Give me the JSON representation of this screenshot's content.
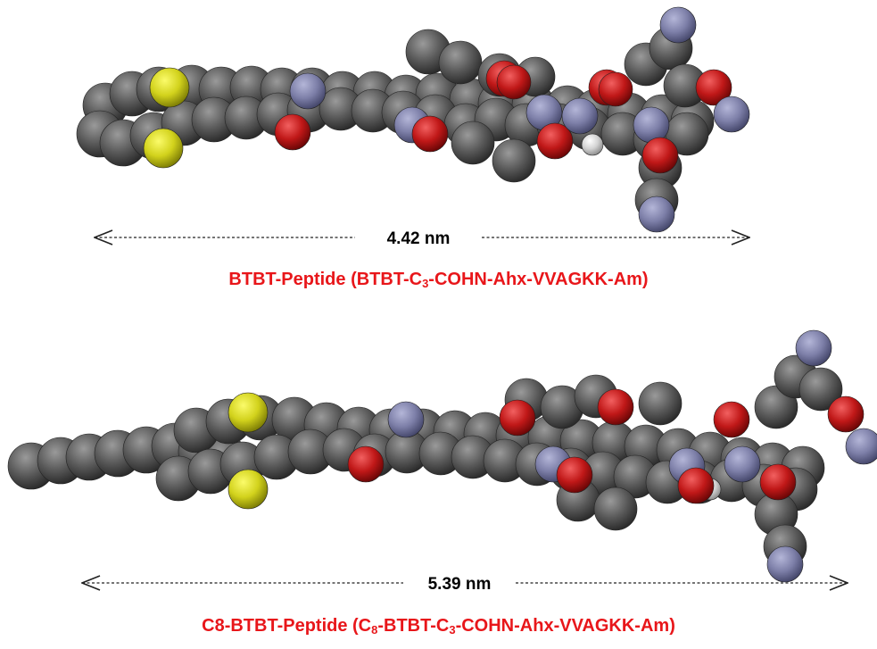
{
  "colors": {
    "carbon": "#555555",
    "sulfur": "#d4d420",
    "nitrogen": "#7d7fa8",
    "oxygen": "#c01818",
    "hydrogen": "#d8d8d8",
    "caption": "#e8161a",
    "arrow": "#222222"
  },
  "molecule1": {
    "length_label": "4.42 nm",
    "caption": {
      "prefix": "BTBT-Peptide (BTBT-C",
      "sub1": "3",
      "suffix": "-COHN-Ahx-VVAGKK-Am)"
    }
  },
  "molecule2": {
    "length_label": "5.39 nm",
    "caption": {
      "prefix": "C8-BTBT-Peptide (C",
      "sub1": "8",
      "mid": "-BTBT-C",
      "sub2": "3",
      "suffix": "-COHN-Ahx-VVAGKK-Am)"
    }
  }
}
